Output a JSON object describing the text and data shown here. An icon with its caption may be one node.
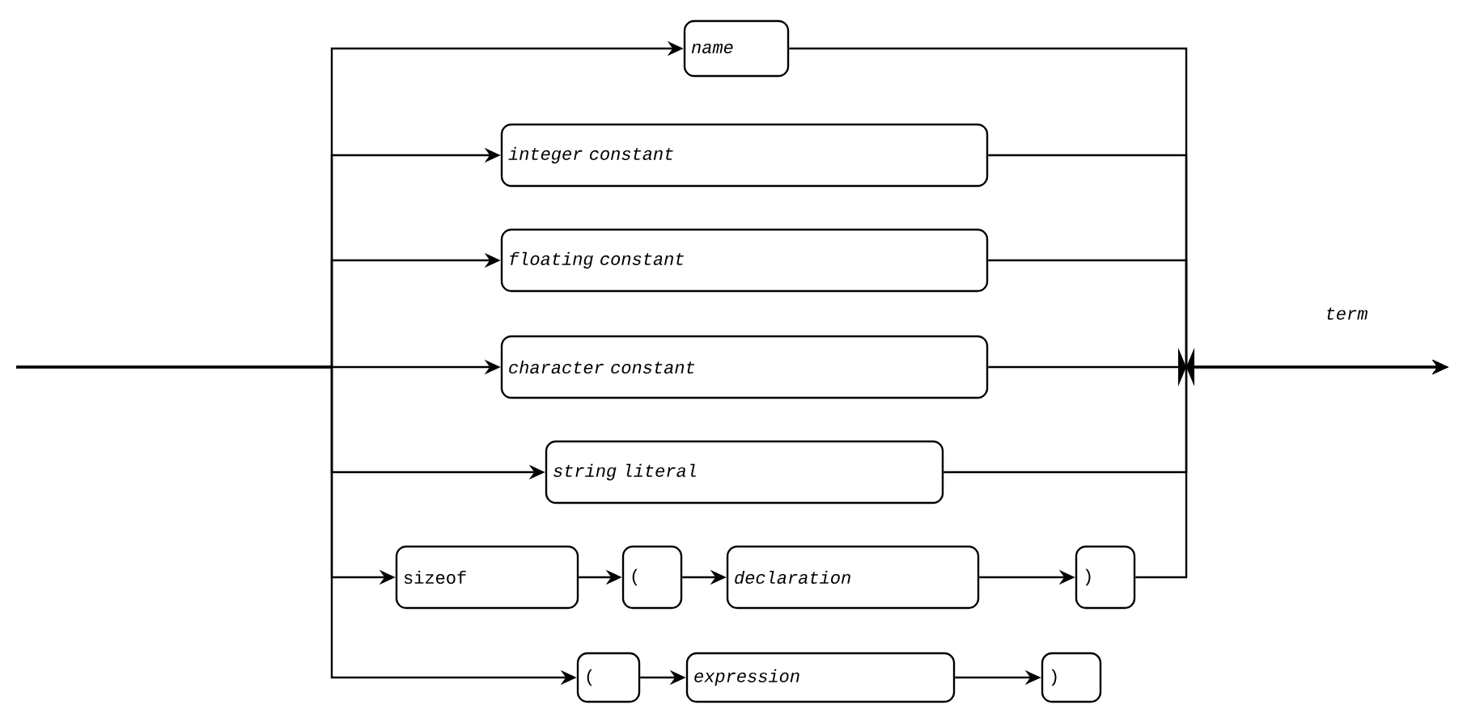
{
  "diagram": {
    "nodes": [
      {
        "text": [
          "name"
        ]
      },
      {
        "text": [
          "integer constant"
        ]
      },
      {
        "text": [
          "floating constant"
        ]
      },
      {
        "text": [
          "character constant"
        ]
      },
      {
        "text": [
          "string literal"
        ]
      },
      {
        "text": [
          "sizeof"
        ]
      },
      {
        "text": [
          "("
        ]
      },
      {
        "text": [
          "declaration"
        ]
      },
      {
        "text": [
          ")"
        ]
      },
      {
        "text": [
          "("
        ]
      },
      {
        "text": [
          "expression"
        ]
      },
      {
        "text": [
          ")"
        ]
      }
    ],
    "edges": [
      {
        "from": null,
        "to": 0,
        "arrow": "to"
      },
      {
        "from": null,
        "to": 1,
        "arrow": "to"
      },
      {
        "from": null,
        "to": 2,
        "arrow": "to"
      },
      {
        "from": null,
        "to": 3,
        "arrow": "to"
      },
      {
        "from": null,
        "to": 4,
        "arrow": "to"
      },
      {
        "from": null,
        "to": 5,
        "arrow": "to"
      },
      {
        "from": null,
        "to": 9,
        "arrow": "to"
      },
      {
        "from": 5,
        "to": 6,
        "arrow": "to"
      },
      {
        "from": 6,
        "to": 7,
        "arrow": "to"
      },
      {
        "from": 7,
        "to": 8,
        "arrow": "to"
      },
      {
        "from": 9,
        "to": 10,
        "arrow": "to"
      },
      {
        "from": 10,
        "to": 11,
        "arrow": "to"
      },
      {
        "from": 0,
        "to": null,
        "arrow": "to"
      },
      {
        "from": 1,
        "to": null,
        "arrow": "to"
      },
      {
        "from": 2,
        "to": null,
        "arrow": "to"
      },
      {
        "from": 3,
        "to": null,
        "arrow": "to"
      },
      {
        "from": 4,
        "to": null,
        "arrow": "to"
      },
      {
        "from": 8,
        "to": null,
        "arrow": "to"
      }
    ],
    "labels": [
      "term"
    ]
  }
}
